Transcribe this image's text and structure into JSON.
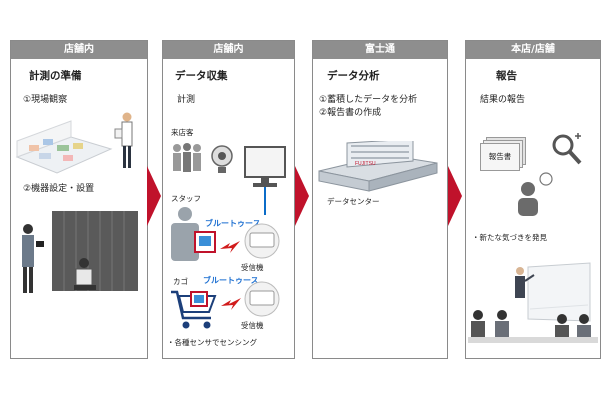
{
  "panels": [
    {
      "header": "店舗内",
      "title": "計測の準備",
      "items": [
        "①現場観察",
        "②機器設定・設置"
      ]
    },
    {
      "header": "店舗内",
      "title": "データ収集",
      "subtitle": "計測",
      "labels": {
        "customer": "来店客",
        "staff": "スタッフ",
        "basket": "カゴ",
        "bluetooth_1": "ブルートゥース",
        "bluetooth_2": "ブルートゥース",
        "receiver_1": "受信機",
        "receiver_2": "受信機",
        "sensing": "・各種センサでセンシング"
      }
    },
    {
      "header": "富士通",
      "title": "データ分析",
      "items": [
        "①蓄積したデータを分析",
        "②報告書の作成"
      ],
      "datacenter": "データセンター",
      "logo_text": "FUJITSU"
    },
    {
      "header": "本店/店舗",
      "title": "報告",
      "subtitle": "結果の報告",
      "report_label": "報告書",
      "finding": "・新たな気づきを発見"
    }
  ],
  "colors": {
    "header_bg": "#8e8e8e",
    "arrow": "#c0122b",
    "bluetooth_text": "#1c6fd1"
  },
  "icons": [
    "store-survey-illustration",
    "technician-figure",
    "customer-group-icon",
    "webcam-icon",
    "pc-monitor-icon",
    "staff-figure-icon",
    "bluetooth-tag-icon",
    "receiver-icon",
    "cart-icon",
    "datacenter-building",
    "report-doc-icon",
    "magnifier-icon",
    "person-idea-icon",
    "meeting-illustration"
  ]
}
